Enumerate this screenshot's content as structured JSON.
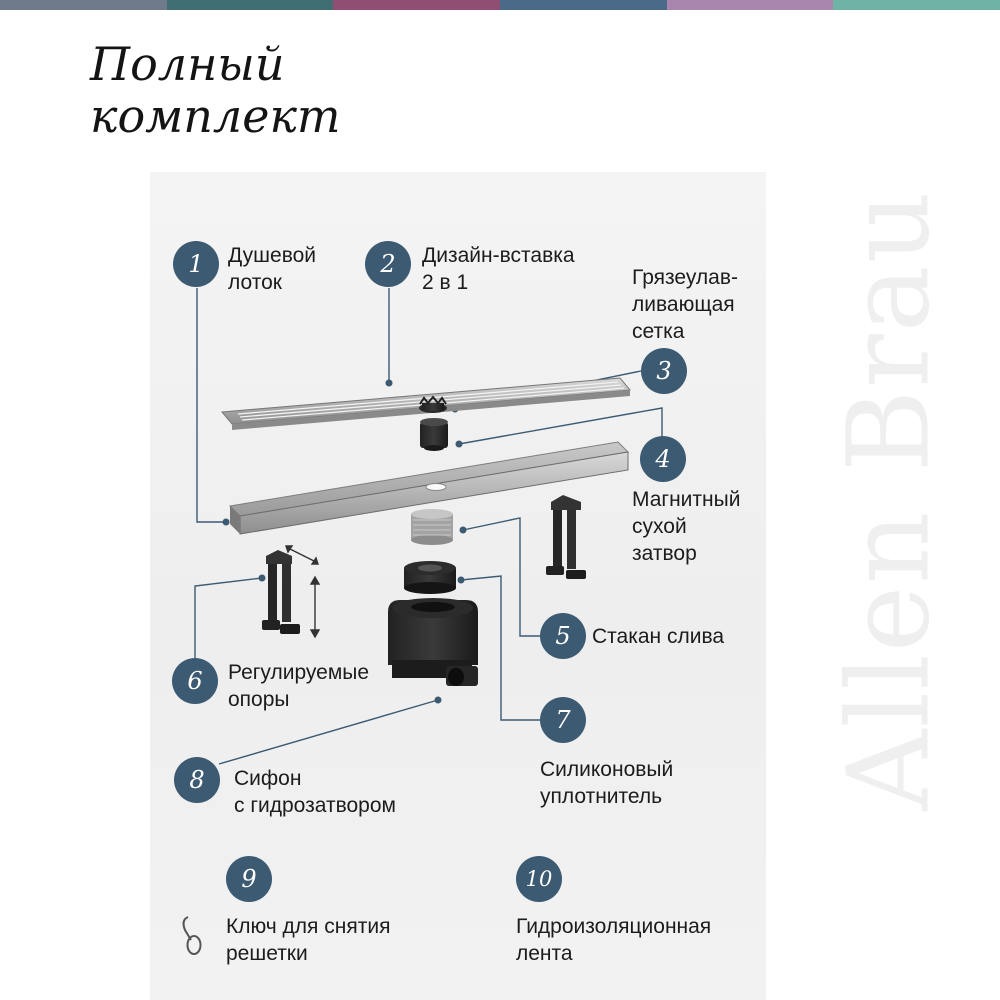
{
  "stripes": [
    "#6f7a8a",
    "#3f6f72",
    "#8f4e72",
    "#4b6a8a",
    "#a986ad",
    "#6fb3a4"
  ],
  "title": "Полный\nкомплект",
  "watermark": "Allen Brau",
  "accent_color": "#3c5a72",
  "items": [
    {
      "num": "1",
      "label": "Душевой\nлоток"
    },
    {
      "num": "2",
      "label": "Дизайн-вставка\n2 в 1"
    },
    {
      "num": "3",
      "label": "Грязеулав-\nливающая\nсетка"
    },
    {
      "num": "4",
      "label": "Магнитный\nсухой\nзатвор"
    },
    {
      "num": "5",
      "label": "Стакан слива"
    },
    {
      "num": "6",
      "label": "Регулируемые\nопоры"
    },
    {
      "num": "7",
      "label": "Силиконовый\nуплотнитель"
    },
    {
      "num": "8",
      "label": "Сифон\nс гидрозатвором"
    },
    {
      "num": "9",
      "label": "Ключ для снятия\nрешетки"
    },
    {
      "num": "10",
      "label": "Гидроизоляционная\nлента"
    }
  ]
}
